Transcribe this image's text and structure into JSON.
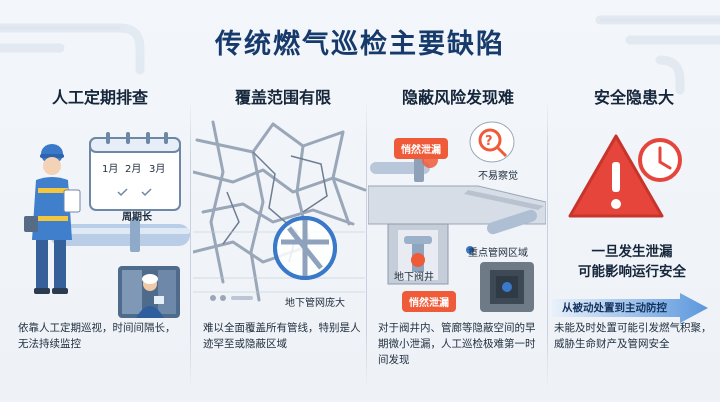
{
  "title": "传统燃气巡检主要缺陷",
  "columns": [
    {
      "heading": "人工定期排查",
      "calendar_months": [
        "1月",
        "2月",
        "3月"
      ],
      "callout": "周期长",
      "description": "依靠人工定期巡视，时间间隔长，无法持续监控"
    },
    {
      "heading": "覆盖范围有限",
      "callout": "地下管网庞大",
      "description": "难以全面覆盖所有管线，特别是人迹罕至或隐蔽区域"
    },
    {
      "heading": "隐蔽风险发现难",
      "tag_top": "悄然泄漏",
      "tag_bottom": "悄然泄漏",
      "hard_to_notice": "不易察觉",
      "key_area": "重点管网区域",
      "valve_well": "地下阀井",
      "description": "对于阀井内、管廊等隐蔽空间的早期微小泄漏，人工巡检极难第一时间发现"
    },
    {
      "heading": "安全隐患大",
      "warning_line1": "一旦发生泄漏",
      "warning_line2": "可能影响运行安全",
      "arrow_text": "从被动处置到主动防控",
      "description": "未能及时处置可能引发燃气积聚，威胁生命财产及管网安全"
    }
  ],
  "colors": {
    "title": "#163a6b",
    "accent_blue": "#3a79c9",
    "alert": "#ef5a38",
    "warning_red": "#e5453b"
  }
}
